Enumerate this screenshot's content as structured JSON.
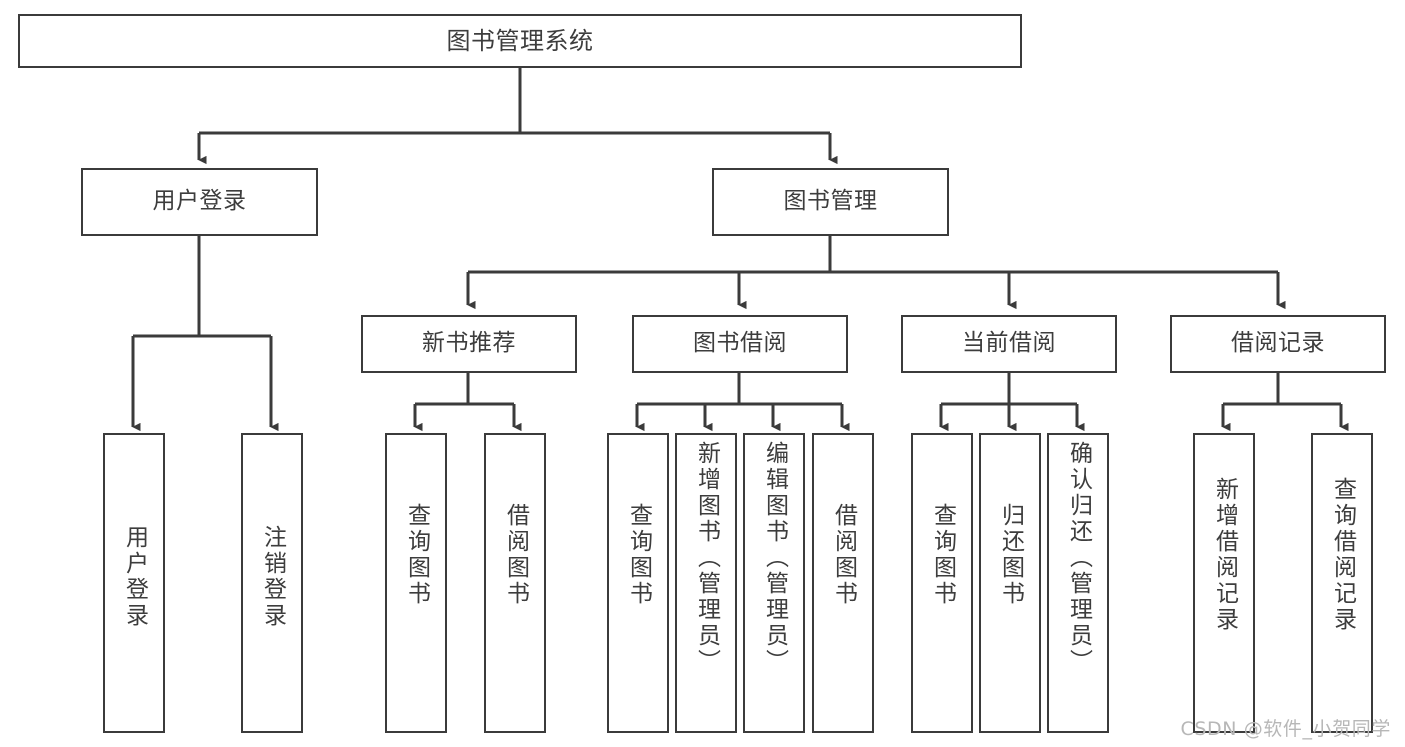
{
  "diagram": {
    "title": "图书管理系统",
    "type": "tree",
    "style": {
      "box_border_color": "#3b3b3b",
      "box_fill_color": "#ffffff",
      "text_color": "#3d3d3d",
      "connector_color": "#3b3b3b",
      "background": "#ffffff"
    },
    "root": {
      "label": "图书管理系统"
    },
    "level2": [
      {
        "label": "用户登录"
      },
      {
        "label": "图书管理"
      }
    ],
    "level3": [
      {
        "label": "新书推荐"
      },
      {
        "label": "图书借阅"
      },
      {
        "label": "当前借阅"
      },
      {
        "label": "借阅记录"
      }
    ],
    "leaves": {
      "user_login": [
        {
          "label": "用户登录"
        },
        {
          "label": "注销登录"
        }
      ],
      "new_book": [
        {
          "label": "查询图书"
        },
        {
          "label": "借阅图书"
        }
      ],
      "book_borrow": [
        {
          "label": "查询图书"
        },
        {
          "label": "新增图书（管理员）"
        },
        {
          "label": "编辑图书（管理员）"
        },
        {
          "label": "借阅图书"
        }
      ],
      "current_borrow": [
        {
          "label": "查询图书"
        },
        {
          "label": "归还图书"
        },
        {
          "label": "确认归还（管理员）"
        }
      ],
      "borrow_record": [
        {
          "label": "新增借阅记录"
        },
        {
          "label": "查询借阅记录"
        }
      ]
    }
  },
  "watermark": {
    "text": "CSDN @软件_小贺同学"
  }
}
